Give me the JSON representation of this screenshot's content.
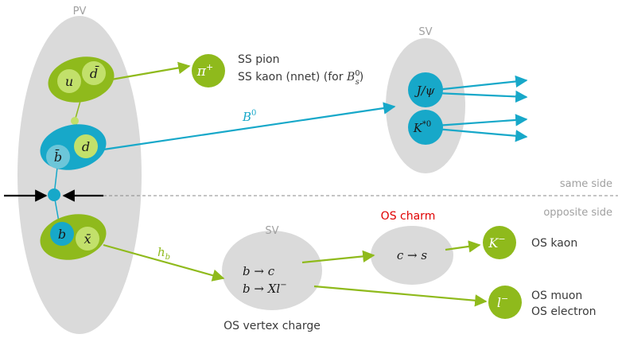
{
  "colors": {
    "green": "#8fba1c",
    "green_light": "#c2e06b",
    "blue": "#17a8c9",
    "blue_light": "#6cc6d9",
    "grey_blob": "#dadada",
    "text_grey": "#6b6b6b",
    "text_dark": "#3a3a3a",
    "red": "#e00000",
    "black": "#000000",
    "dash": "#888888"
  },
  "regions": {
    "pv": "PV",
    "sv_top": "SV",
    "sv_bottom": "SV",
    "same_side": "same side",
    "opposite_side": "opposite side"
  },
  "quarks": {
    "u": "u",
    "dbar": "d̄",
    "bbar": "b̄",
    "d": "d",
    "b": "b",
    "xbar": "x̄"
  },
  "particles": {
    "pi_plus": {
      "base": "π",
      "sup": "+"
    },
    "jpsi": "J/ψ",
    "kstar0": {
      "base": "K",
      "sup": "*0"
    },
    "k_minus": {
      "base": "K",
      "sup": "−"
    },
    "l_minus": {
      "base": "l",
      "sup": "−"
    }
  },
  "labels": {
    "ss_pion": "SS pion",
    "ss_kaon_prefix": "SS kaon (nnet) (for ",
    "ss_kaon_bs": {
      "base": "B",
      "sup": "0",
      "sub": "s"
    },
    "ss_kaon_suffix": ")",
    "b0": {
      "base": "B",
      "sup": "0"
    },
    "hb": {
      "base": "h",
      "sub": "b"
    },
    "b_to_c": "b → c",
    "b_to_xl_base": "b → Xl",
    "b_to_xl_sup": "−",
    "c_to_s": "c → s",
    "os_charm": "OS charm",
    "os_kaon": "OS kaon",
    "os_muon": "OS muon",
    "os_electron": "OS electron",
    "os_vertex_charge": "OS vertex charge"
  }
}
